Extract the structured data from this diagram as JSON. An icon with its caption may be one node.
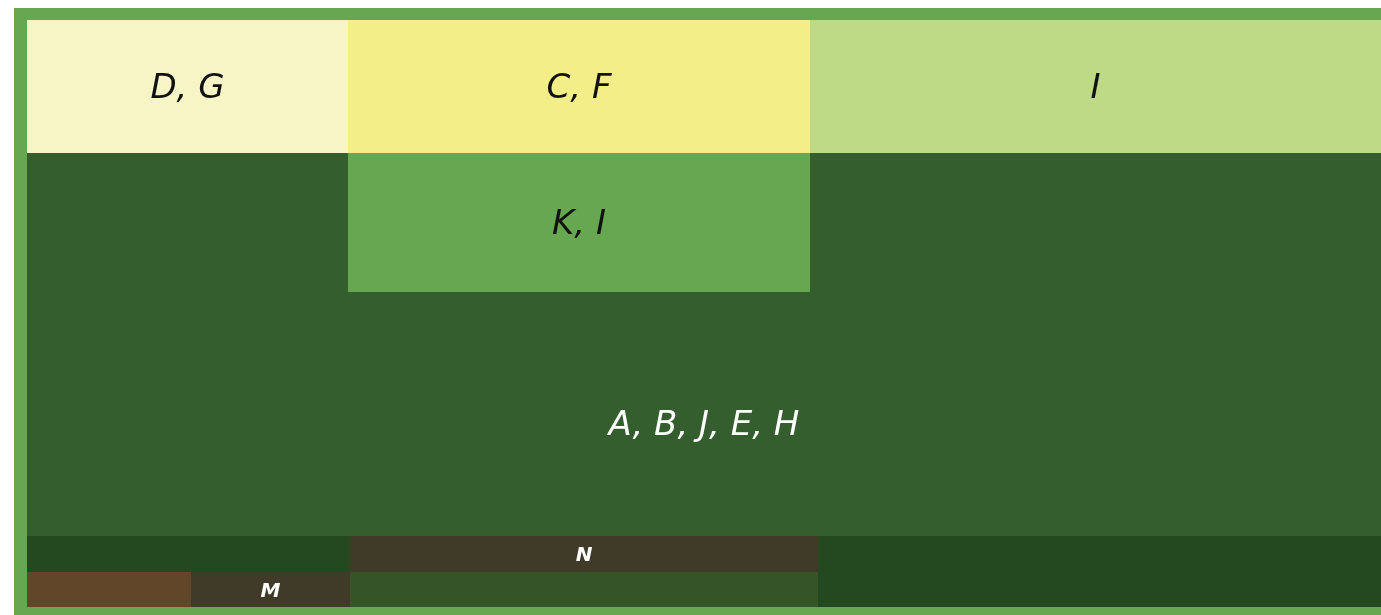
{
  "diagram": {
    "nodes": [
      {
        "text": [
          "D, G"
        ]
      },
      {
        "text": [
          "C, F"
        ]
      },
      {
        "text": [
          "I"
        ]
      },
      {
        "text": [
          "A, B, J, E, H"
        ]
      },
      {
        "text": [
          "K, I"
        ],
        "in": 3
      },
      {
        "text": [],
        "shape": "box"
      },
      {
        "text": [
          "N"
        ]
      },
      {
        "text": [],
        "shape": "box"
      },
      {
        "text": [],
        "shape": "box"
      },
      {
        "text": [
          "M"
        ]
      },
      {
        "text": [],
        "shape": "box"
      }
    ]
  }
}
